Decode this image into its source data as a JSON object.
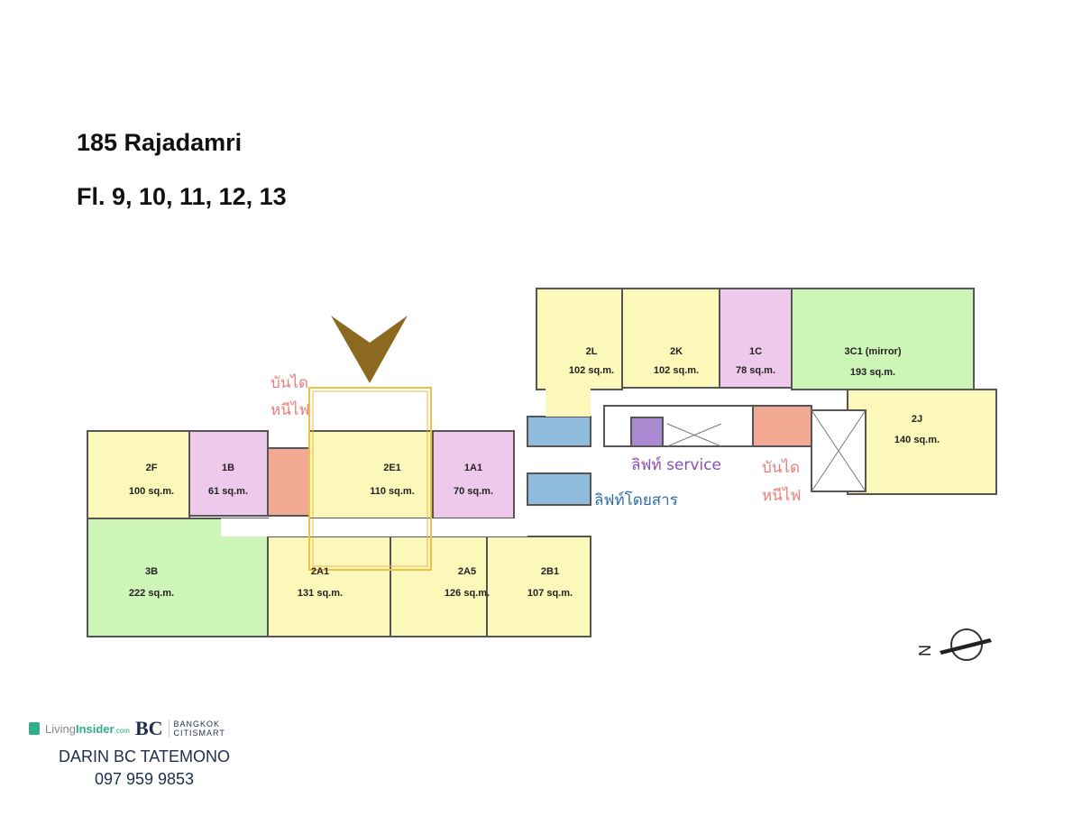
{
  "header": {
    "project": "185 Rajadamri",
    "floors": "Fl. 9, 10, 11, 12, 13"
  },
  "units": [
    {
      "id": "2F",
      "area": "100 sq.m."
    },
    {
      "id": "1B",
      "area": "61 sq.m."
    },
    {
      "id": "2E1",
      "area": "110 sq.m."
    },
    {
      "id": "1A1",
      "area": "70 sq.m."
    },
    {
      "id": "3B",
      "area": "222 sq.m."
    },
    {
      "id": "2A1",
      "area": "131 sq.m."
    },
    {
      "id": "2A5",
      "area": "126 sq.m."
    },
    {
      "id": "2B1",
      "area": "107 sq.m."
    },
    {
      "id": "2L",
      "area": "102 sq.m."
    },
    {
      "id": "2K",
      "area": "102 sq.m."
    },
    {
      "id": "1C",
      "area": "78 sq.m."
    },
    {
      "id": "3C1 (mirror)",
      "area": "193 sq.m."
    },
    {
      "id": "2J",
      "area": "140 sq.m."
    }
  ],
  "labels": {
    "fire_stair_1": "บันได",
    "fire_stair_2": "หนีไฟ",
    "service_lift": "ลิฟท์ service",
    "passenger_lift": "ลิฟท์โดยสาร",
    "compass": "N"
  },
  "colors": {
    "highlight_arrow": "#8b6a1f",
    "highlight_box": "#f0c040",
    "one_bed": "#efc9ec",
    "two_bed": "#fbf8b9",
    "three_bed": "#cdf5b8"
  },
  "footer": {
    "logo_living_1": "Living",
    "logo_living_2": "Insider",
    "logo_living_3": ".com",
    "logo_bc": "BC",
    "logo_bc_text_1": "BANGKOK",
    "logo_bc_text_2": "CITISMART",
    "agent": "DARIN BC TATEMONO",
    "phone": "097 959 9853"
  }
}
